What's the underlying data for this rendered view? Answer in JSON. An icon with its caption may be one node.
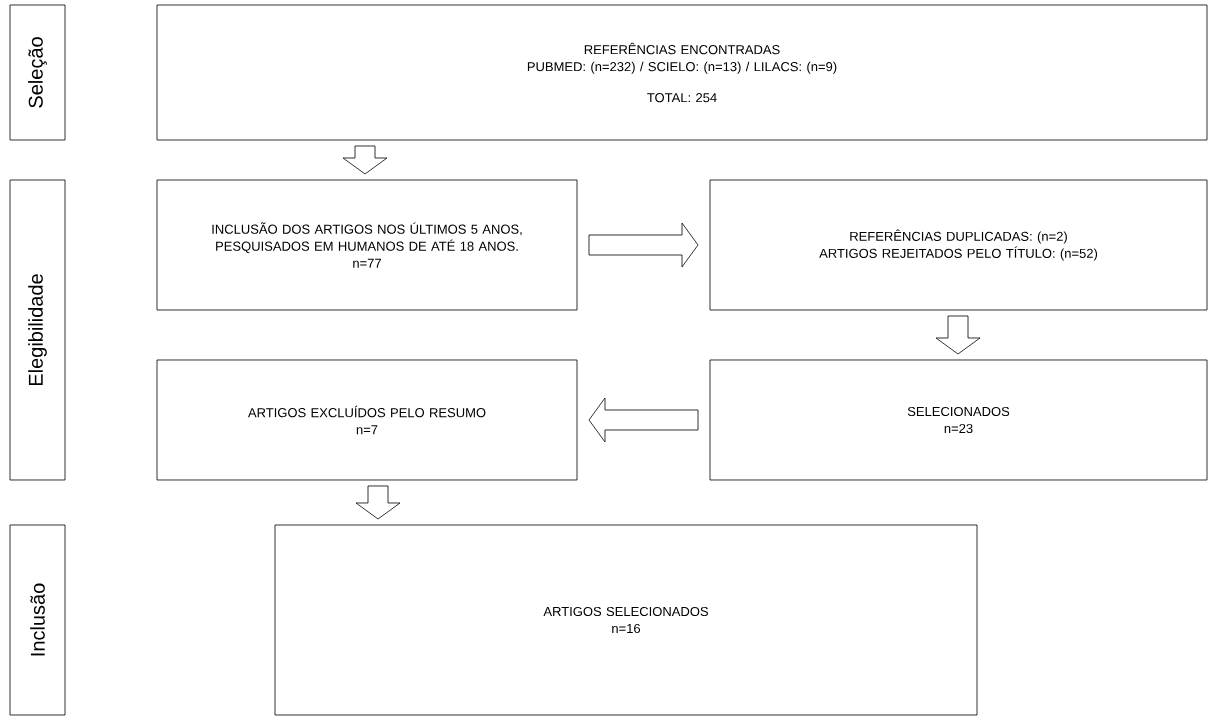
{
  "diagram": {
    "nodes": [
      {
        "text": [
          "Seleção"
        ]
      },
      {
        "text": [
          "REFERÊNCIAS ENCONTRADAS",
          "PUBMED: (n=232) / SCIELO: (n=13) / LILACS: (n=9)",
          "TOTAL: 254"
        ]
      },
      {
        "text": [
          "Elegibilidade"
        ]
      },
      {
        "text": [
          "INCLUSÃO DOS ARTIGOS NOS ÚLTIMOS 5 ANOS, PESQUISADOS EM HUMANOS DE ATÉ 18 ANOS.",
          "n=77"
        ]
      },
      {
        "text": [
          "REFERÊNCIAS DUPLICADAS: (n=2)",
          "ARTIGOS REJEITADOS PELO TÍTULO: (n=52)"
        ]
      },
      {
        "text": [
          "SELECIONADOS",
          "n=23"
        ]
      },
      {
        "text": [
          "ARTIGOS EXCLUÍDOS PELO RESUMO",
          "n=7"
        ]
      },
      {
        "text": [
          "Inclusão"
        ]
      },
      {
        "text": [
          "ARTIGOS SELECIONADOS",
          "n=16"
        ]
      }
    ],
    "edges": [
      {
        "from": 1,
        "to": 3,
        "arrow": "to"
      },
      {
        "from": 3,
        "to": 4,
        "arrow": "to"
      },
      {
        "from": 4,
        "to": 5,
        "arrow": "to"
      },
      {
        "from": 5,
        "to": 6,
        "arrow": "to"
      },
      {
        "from": 6,
        "to": 8,
        "arrow": "to"
      }
    ]
  }
}
